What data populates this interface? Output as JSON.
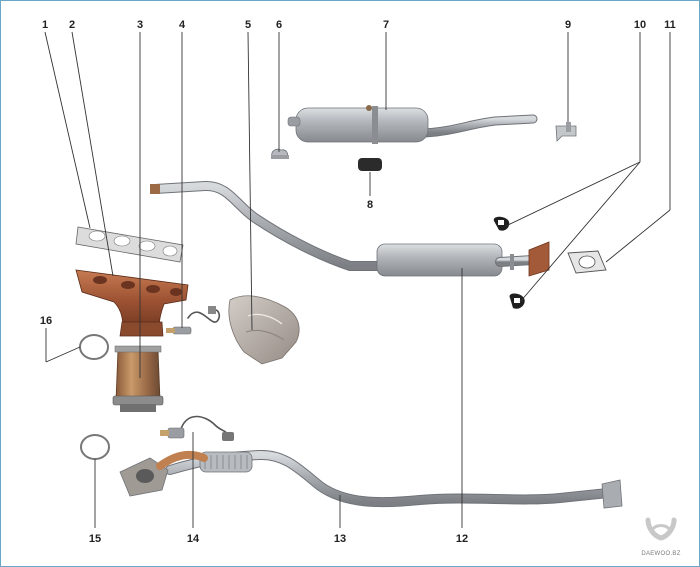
{
  "callouts": [
    "1",
    "2",
    "3",
    "4",
    "5",
    "6",
    "7",
    "8",
    "9",
    "10",
    "11",
    "12",
    "13",
    "14",
    "15",
    "16"
  ],
  "logo": {
    "text": "DAEWOO.BZ"
  },
  "colors": {
    "frame": "#6aa6c8",
    "pipe": "#9a9ea3",
    "manifold": "#a0583a",
    "heatshield": "#b9b2ac"
  }
}
